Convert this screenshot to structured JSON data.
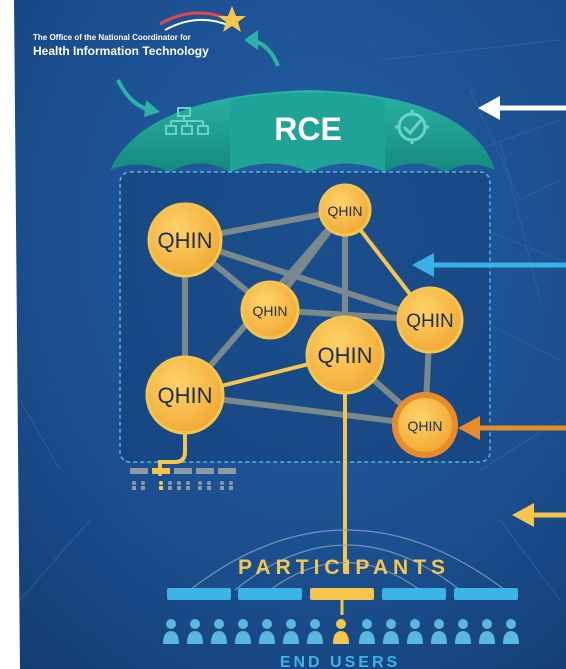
{
  "logo": {
    "line1": "The Office of the National Coordinator for",
    "line2": "Health Information Technology"
  },
  "umbrella": {
    "label": "RCE"
  },
  "node_label": "QHIN",
  "participants_label": "PARTICIPANTS",
  "end_users_label": "END USERS",
  "colors": {
    "background": "#1a4d8c",
    "umbrella": "#1a9a8f",
    "qhin": "#f2b43c",
    "highlight": "#f6c64c",
    "participant_bar": "#3cb4e6",
    "end_user": "#5ab8dc",
    "arrow_white": "#ffffff",
    "arrow_blue": "#38b2e6",
    "arrow_orange": "#e98a2b",
    "arrow_yellow": "#f6c64c"
  },
  "icons": [
    "org-chart-icon",
    "gear-check-icon",
    "star-icon"
  ]
}
